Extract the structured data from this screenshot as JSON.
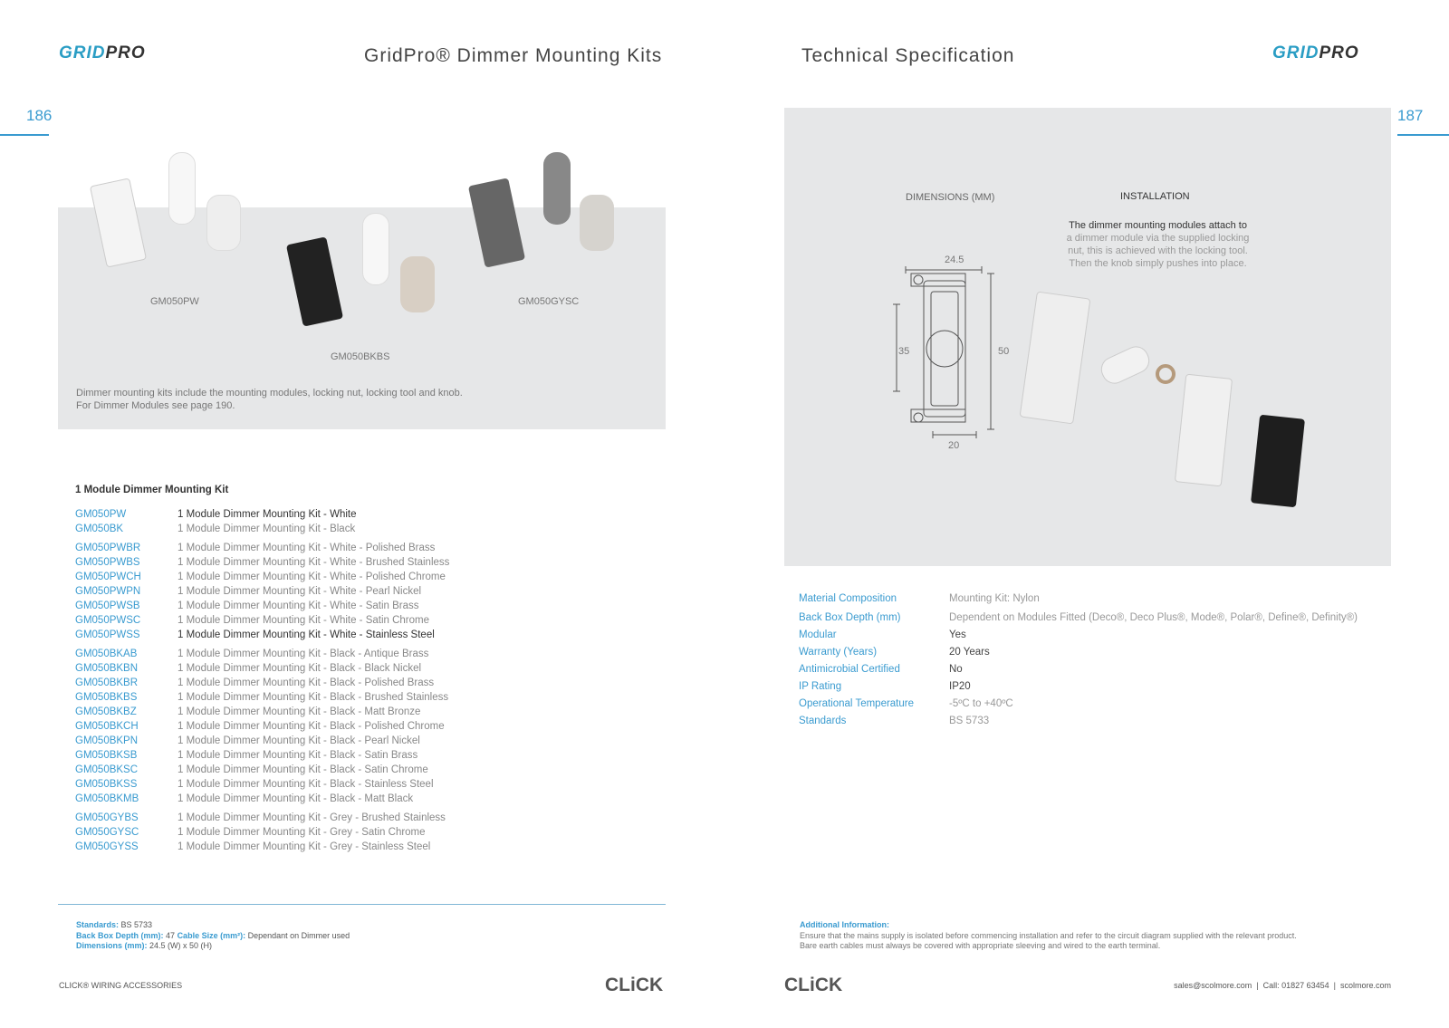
{
  "left_page": {
    "logo": "GRIDPRO",
    "title": "GridPro® Dimmer Mounting Kits",
    "page_number": "186",
    "photo_labels": [
      "GM050PW",
      "GM050BKBS",
      "GM050GYSC"
    ],
    "photo_caption_1": "Dimmer mounting kits include the mounting modules, locking nut, locking tool and knob.",
    "photo_caption_2": "For Dimmer Modules see page 190.",
    "section_title": "1 Module Dimmer Mounting Kit",
    "products": [
      {
        "code": "GM050PW",
        "desc": "1 Module Dimmer Mounting Kit - White"
      },
      {
        "code": "GM050BK",
        "desc": "1 Module Dimmer Mounting Kit - Black"
      },
      {
        "code": "GM050PWBR",
        "desc": "1 Module Dimmer Mounting Kit - White - Polished Brass"
      },
      {
        "code": "GM050PWBS",
        "desc": "1 Module Dimmer Mounting Kit - White - Brushed Stainless"
      },
      {
        "code": "GM050PWCH",
        "desc": "1 Module Dimmer Mounting Kit - White - Polished Chrome"
      },
      {
        "code": "GM050PWPN",
        "desc": "1 Module Dimmer Mounting Kit - White - Pearl Nickel"
      },
      {
        "code": "GM050PWSB",
        "desc": "1 Module Dimmer Mounting Kit - White - Satin Brass"
      },
      {
        "code": "GM050PWSC",
        "desc": "1 Module Dimmer Mounting Kit - White - Satin Chrome"
      },
      {
        "code": "GM050PWSS",
        "desc": "1 Module Dimmer Mounting Kit - White - Stainless Steel"
      },
      {
        "code": "GM050BKAB",
        "desc": "1 Module Dimmer Mounting Kit - Black - Antique Brass"
      },
      {
        "code": "GM050BKBN",
        "desc": "1 Module Dimmer Mounting Kit - Black - Black Nickel"
      },
      {
        "code": "GM050BKBR",
        "desc": "1 Module Dimmer Mounting Kit - Black - Polished Brass"
      },
      {
        "code": "GM050BKBS",
        "desc": "1 Module Dimmer Mounting Kit - Black - Brushed Stainless"
      },
      {
        "code": "GM050BKBZ",
        "desc": "1 Module Dimmer Mounting Kit - Black - Matt Bronze"
      },
      {
        "code": "GM050BKCH",
        "desc": "1 Module Dimmer Mounting Kit - Black - Polished Chrome"
      },
      {
        "code": "GM050BKPN",
        "desc": "1 Module Dimmer Mounting Kit - Black - Pearl Nickel"
      },
      {
        "code": "GM050BKSB",
        "desc": "1 Module Dimmer Mounting Kit - Black - Satin Brass"
      },
      {
        "code": "GM050BKSC",
        "desc": "1 Module Dimmer Mounting Kit - Black - Satin Chrome"
      },
      {
        "code": "GM050BKSS",
        "desc": "1 Module Dimmer Mounting Kit - Black - Stainless Steel"
      },
      {
        "code": "GM050BKMB",
        "desc": "1 Module Dimmer Mounting Kit - Black - Matt Black"
      },
      {
        "code": "GM050GYBS",
        "desc": "1 Module Dimmer Mounting Kit - Grey - Brushed Stainless"
      },
      {
        "code": "GM050GYSC",
        "desc": "1 Module Dimmer Mounting Kit - Grey - Satin Chrome"
      },
      {
        "code": "GM050GYSS",
        "desc": "1 Module Dimmer Mounting Kit - Grey - Stainless Steel"
      }
    ],
    "footer_specs": {
      "standards_label": "Standards:",
      "standards": "BS 5733",
      "depth_label": "Back Box Depth (mm):",
      "depth": "47",
      "cable_label": "Cable Size (mm²):",
      "cable": "Dependant on Dimmer used",
      "dims_label": "Dimensions (mm):",
      "dims": "24.5 (W) x 50 (H)"
    },
    "footer_text": "CLICK® WIRING ACCESSORIES",
    "brand": "CLiCK"
  },
  "right_page": {
    "logo": "GRIDPRO",
    "title": "Technical Specification",
    "page_number": "187",
    "dimensions_title": "DIMENSIONS (MM)",
    "dims": {
      "top": "24.5",
      "left": "35",
      "right": "50",
      "bottom": "20"
    },
    "installation_title": "INSTALLATION",
    "installation_lead": "The dimmer mounting modules attach to",
    "installation_body": [
      "a dimmer module via the supplied locking",
      "nut, this is achieved with the locking tool.",
      "Then the knob simply pushes into place."
    ],
    "specs": [
      {
        "key": "Material Composition",
        "value": "Mounting Kit: Nylon"
      },
      {
        "key": "Back Box Depth (mm)",
        "value": "Dependent on Modules Fitted (Deco®, Deco Plus®, Mode®, Polar®, Define®, Definity®)"
      },
      {
        "key": "Modular",
        "value": "Yes"
      },
      {
        "key": "Warranty (Years)",
        "value": "20 Years"
      },
      {
        "key": "Antimicrobial Certified",
        "value": "No"
      },
      {
        "key": "IP Rating",
        "value": "IP20"
      },
      {
        "key": "Operational Temperature",
        "value": "-5ºC to +40ºC"
      },
      {
        "key": "Standards",
        "value": "BS 5733"
      }
    ],
    "additional_label": "Additional Information:",
    "additional_1": "Ensure that the mains supply is isolated before commencing installation and refer to the circuit diagram supplied with the relevant product.",
    "additional_2": "Bare earth cables must always be covered with appropriate sleeving and wired to the earth terminal.",
    "brand": "CLiCK",
    "contact": "sales@scolmore.com  |  Call: 01827 63454  |  scolmore.com"
  }
}
